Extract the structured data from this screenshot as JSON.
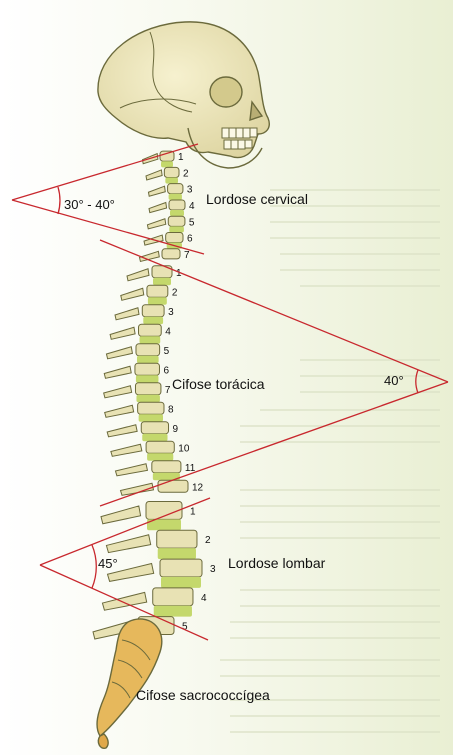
{
  "labels": {
    "cervical_region": "Lordose cervical",
    "thoracic_region": "Cifose torácica",
    "lumbar_region": "Lordose lombar",
    "sacral_region": "Cifose sacrococcígea"
  },
  "angles": {
    "cervical": "30° - 40°",
    "thoracic": "40°",
    "lumbar": "45°"
  },
  "vertebrae": {
    "cervical": [
      "1",
      "2",
      "3",
      "4",
      "5",
      "6",
      "7"
    ],
    "thoracic": [
      "1",
      "2",
      "3",
      "4",
      "5",
      "6",
      "7",
      "8",
      "9",
      "10",
      "11",
      "12"
    ],
    "lumbar": [
      "1",
      "2",
      "3",
      "4",
      "5"
    ]
  },
  "colors": {
    "bone": "#e8e2b4",
    "bone_outline": "#6b6a3c",
    "disc": "#c4d86c",
    "sacrum": "#e6b85c",
    "angle_line": "#c8282e",
    "page_tint": "#eef3dc"
  }
}
